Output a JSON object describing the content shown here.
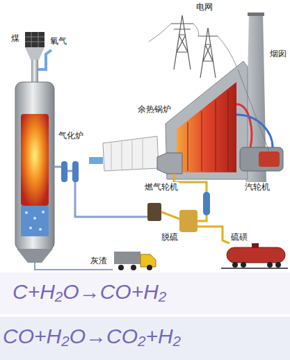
{
  "diagram": {
    "labels": [
      "煤",
      "氧气",
      "电网",
      "烟囱",
      "气化炉",
      "余热锅炉",
      "燃气轮机",
      "汽轮机",
      "脱硫",
      "硫磺",
      "灰渣",
      "C+H₂O→CO+H₂",
      "CO+H₂O→CO₂+H₂"
    ]
  }
}
